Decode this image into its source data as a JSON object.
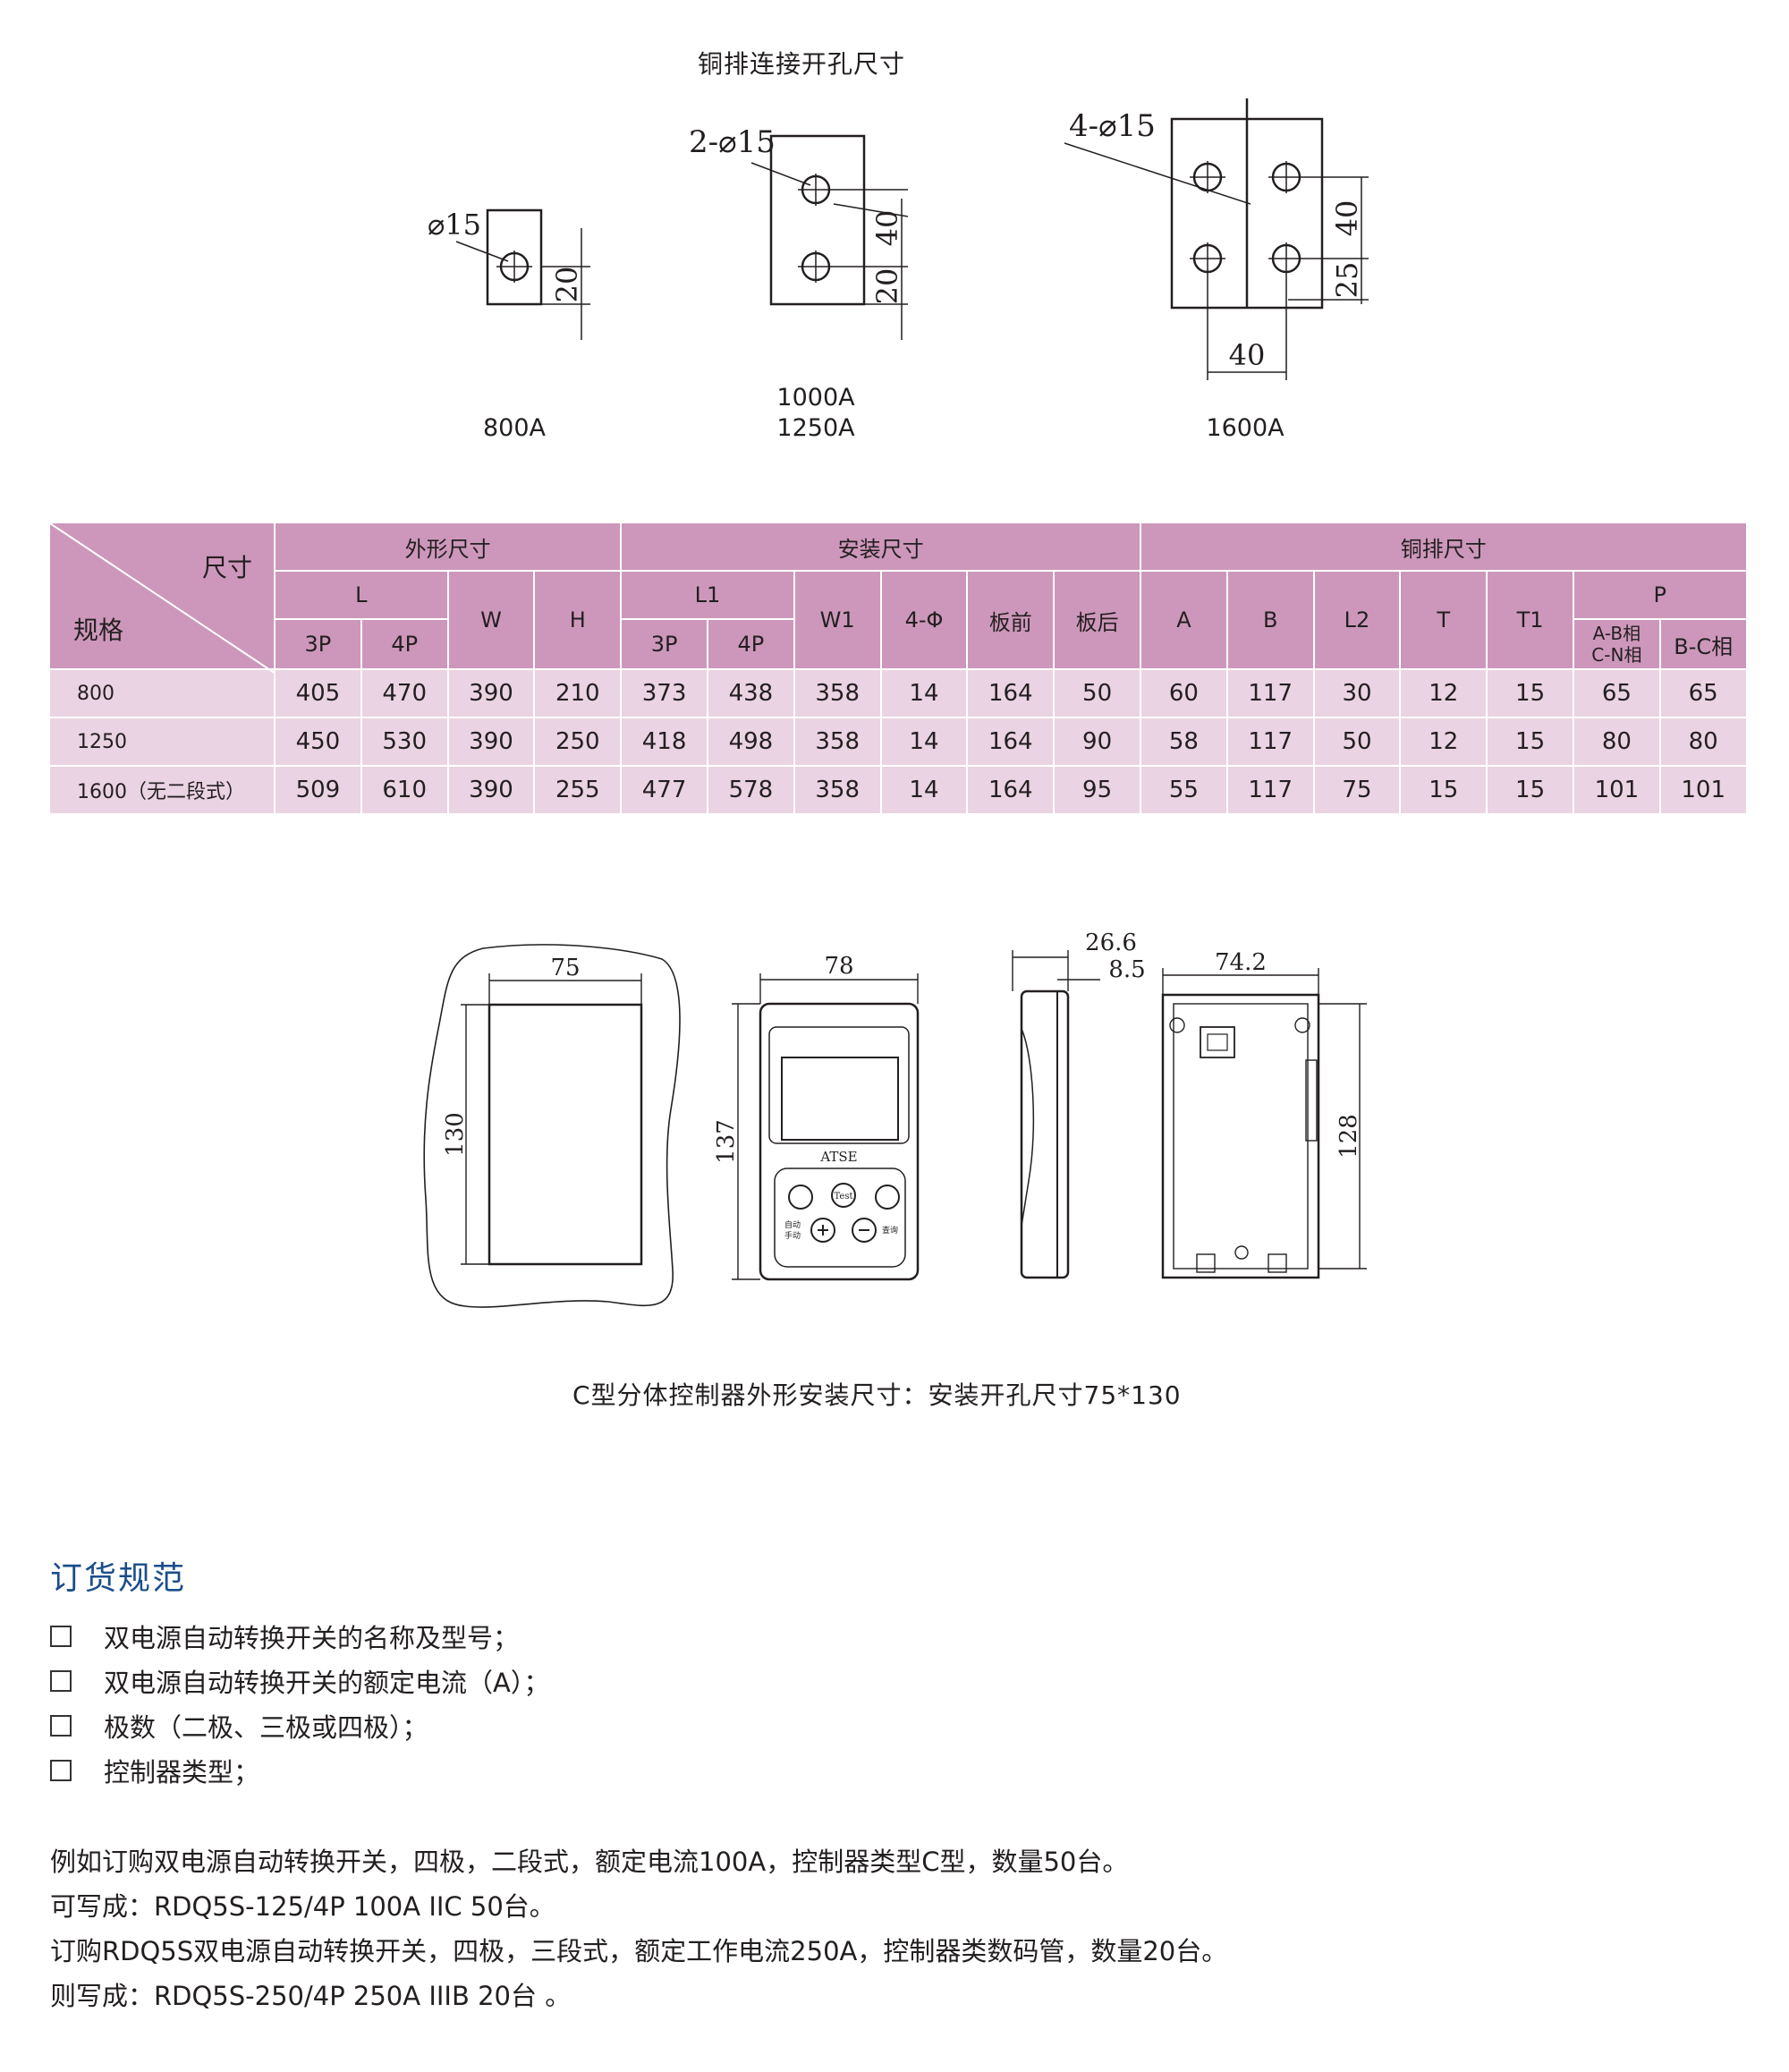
{
  "busbar": {
    "caption": "铜排连接开孔尺寸",
    "drawings": [
      {
        "rating": "800A",
        "hole": "⌀15",
        "dims": [
          "20"
        ]
      },
      {
        "rating_lines": [
          "1000A",
          "1250A"
        ],
        "hole": "2-⌀15",
        "dims": [
          "40",
          "20"
        ]
      },
      {
        "rating": "1600A",
        "hole": "4-⌀15",
        "dims": [
          "40",
          "25",
          "40"
        ]
      }
    ]
  },
  "table": {
    "corner_top": "尺寸",
    "corner_bottom": "规格",
    "groups": [
      "外形尺寸",
      "安装尺寸",
      "铜排尺寸"
    ],
    "cols": {
      "L": "L",
      "W": "W",
      "H": "H",
      "L1": "L1",
      "W1": "W1",
      "phi": "4-Φ",
      "front": "板前",
      "back": "板后",
      "A": "A",
      "B": "B",
      "L2": "L2",
      "T": "T",
      "T1": "T1",
      "P": "P",
      "p3": "3P",
      "p4": "4P",
      "ab1": "A-B相",
      "ab2": "C-N相",
      "bc": "B-C相"
    },
    "rows": [
      {
        "name": "800",
        "values": [
          "405",
          "470",
          "390",
          "210",
          "373",
          "438",
          "358",
          "14",
          "164",
          "50",
          "60",
          "117",
          "30",
          "12",
          "15",
          "65",
          "65"
        ]
      },
      {
        "name": "1250",
        "values": [
          "450",
          "530",
          "390",
          "250",
          "418",
          "498",
          "358",
          "14",
          "164",
          "90",
          "58",
          "117",
          "50",
          "12",
          "15",
          "80",
          "80"
        ]
      },
      {
        "name": "1600（无二段式）",
        "values": [
          "509",
          "610",
          "390",
          "255",
          "477",
          "578",
          "358",
          "14",
          "164",
          "95",
          "55",
          "117",
          "75",
          "15",
          "15",
          "101",
          "101"
        ]
      }
    ]
  },
  "controller": {
    "dims": {
      "cut_w": "75",
      "cut_h": "130",
      "front_w": "78",
      "front_h": "137",
      "side_w": "26.6",
      "side_w2": "8.5",
      "back_w": "74.2",
      "back_h": "128"
    },
    "screen_label": "ATSE",
    "key_test": "Test",
    "key_auto1": "自动",
    "key_auto2": "手动",
    "key_query": "查询",
    "caption": "C型分体控制器外形安装尺寸：安装开孔尺寸75*130"
  },
  "order": {
    "title": "订货规范",
    "items": [
      "双电源自动转换开关的名称及型号；",
      "双电源自动转换开关的额定电流（A）；",
      "极数（二极、三极或四极）；",
      "控制器类型；"
    ],
    "examples": [
      "例如订购双电源自动转换开关，四极，二段式，额定电流100A，控制器类型C型，数量50台。",
      "可写成：RDQ5S-125/4P  100A  IIC  50台。",
      "订购RDQ5S双电源自动转换开关，四极，三段式，额定工作电流250A，控制器类数码管，数量20台。",
      "则写成：RDQ5S-250/4P  250A  IIIB  20台 。"
    ]
  }
}
